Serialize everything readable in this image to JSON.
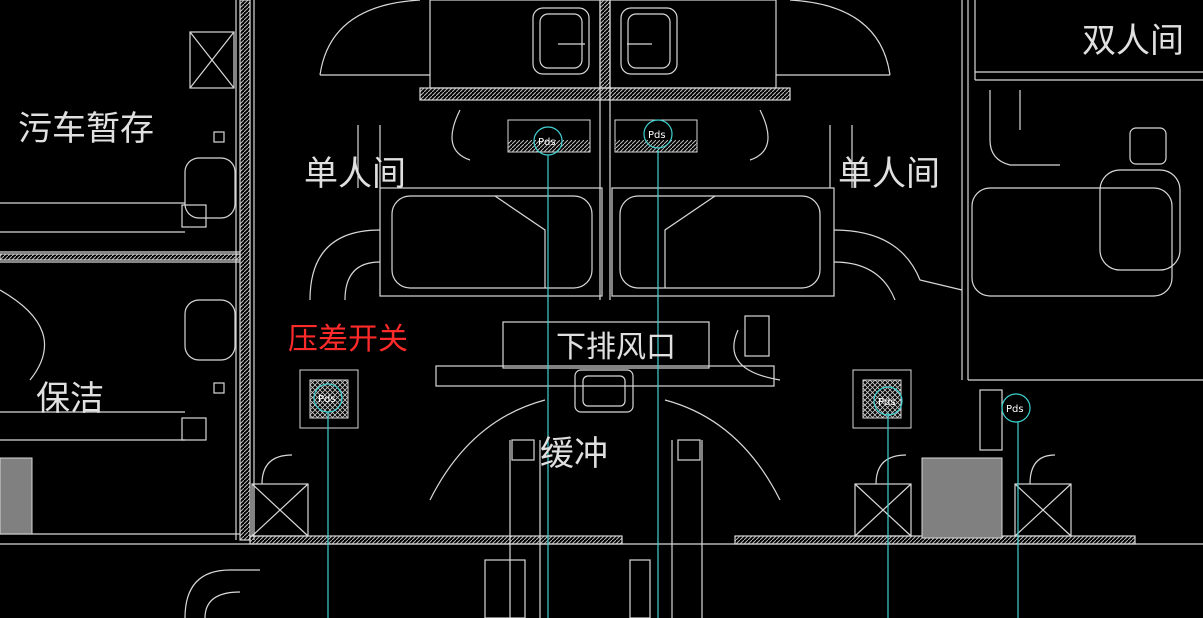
{
  "rooms": {
    "dirty_cart": "污车暂存",
    "cleaning": "保洁",
    "single_left": "单人间",
    "single_right": "单人间",
    "double": "双人间",
    "exhaust": "下排风口",
    "buffer": "缓冲"
  },
  "sensors": {
    "label": "Pds"
  },
  "annotation": {
    "text": "压差开关",
    "color": "#ff2a2a"
  },
  "colors": {
    "background": "#000000",
    "linework": "#d8d8d8",
    "sensor": "#3fd0d0",
    "fill_gray": "#808080"
  }
}
